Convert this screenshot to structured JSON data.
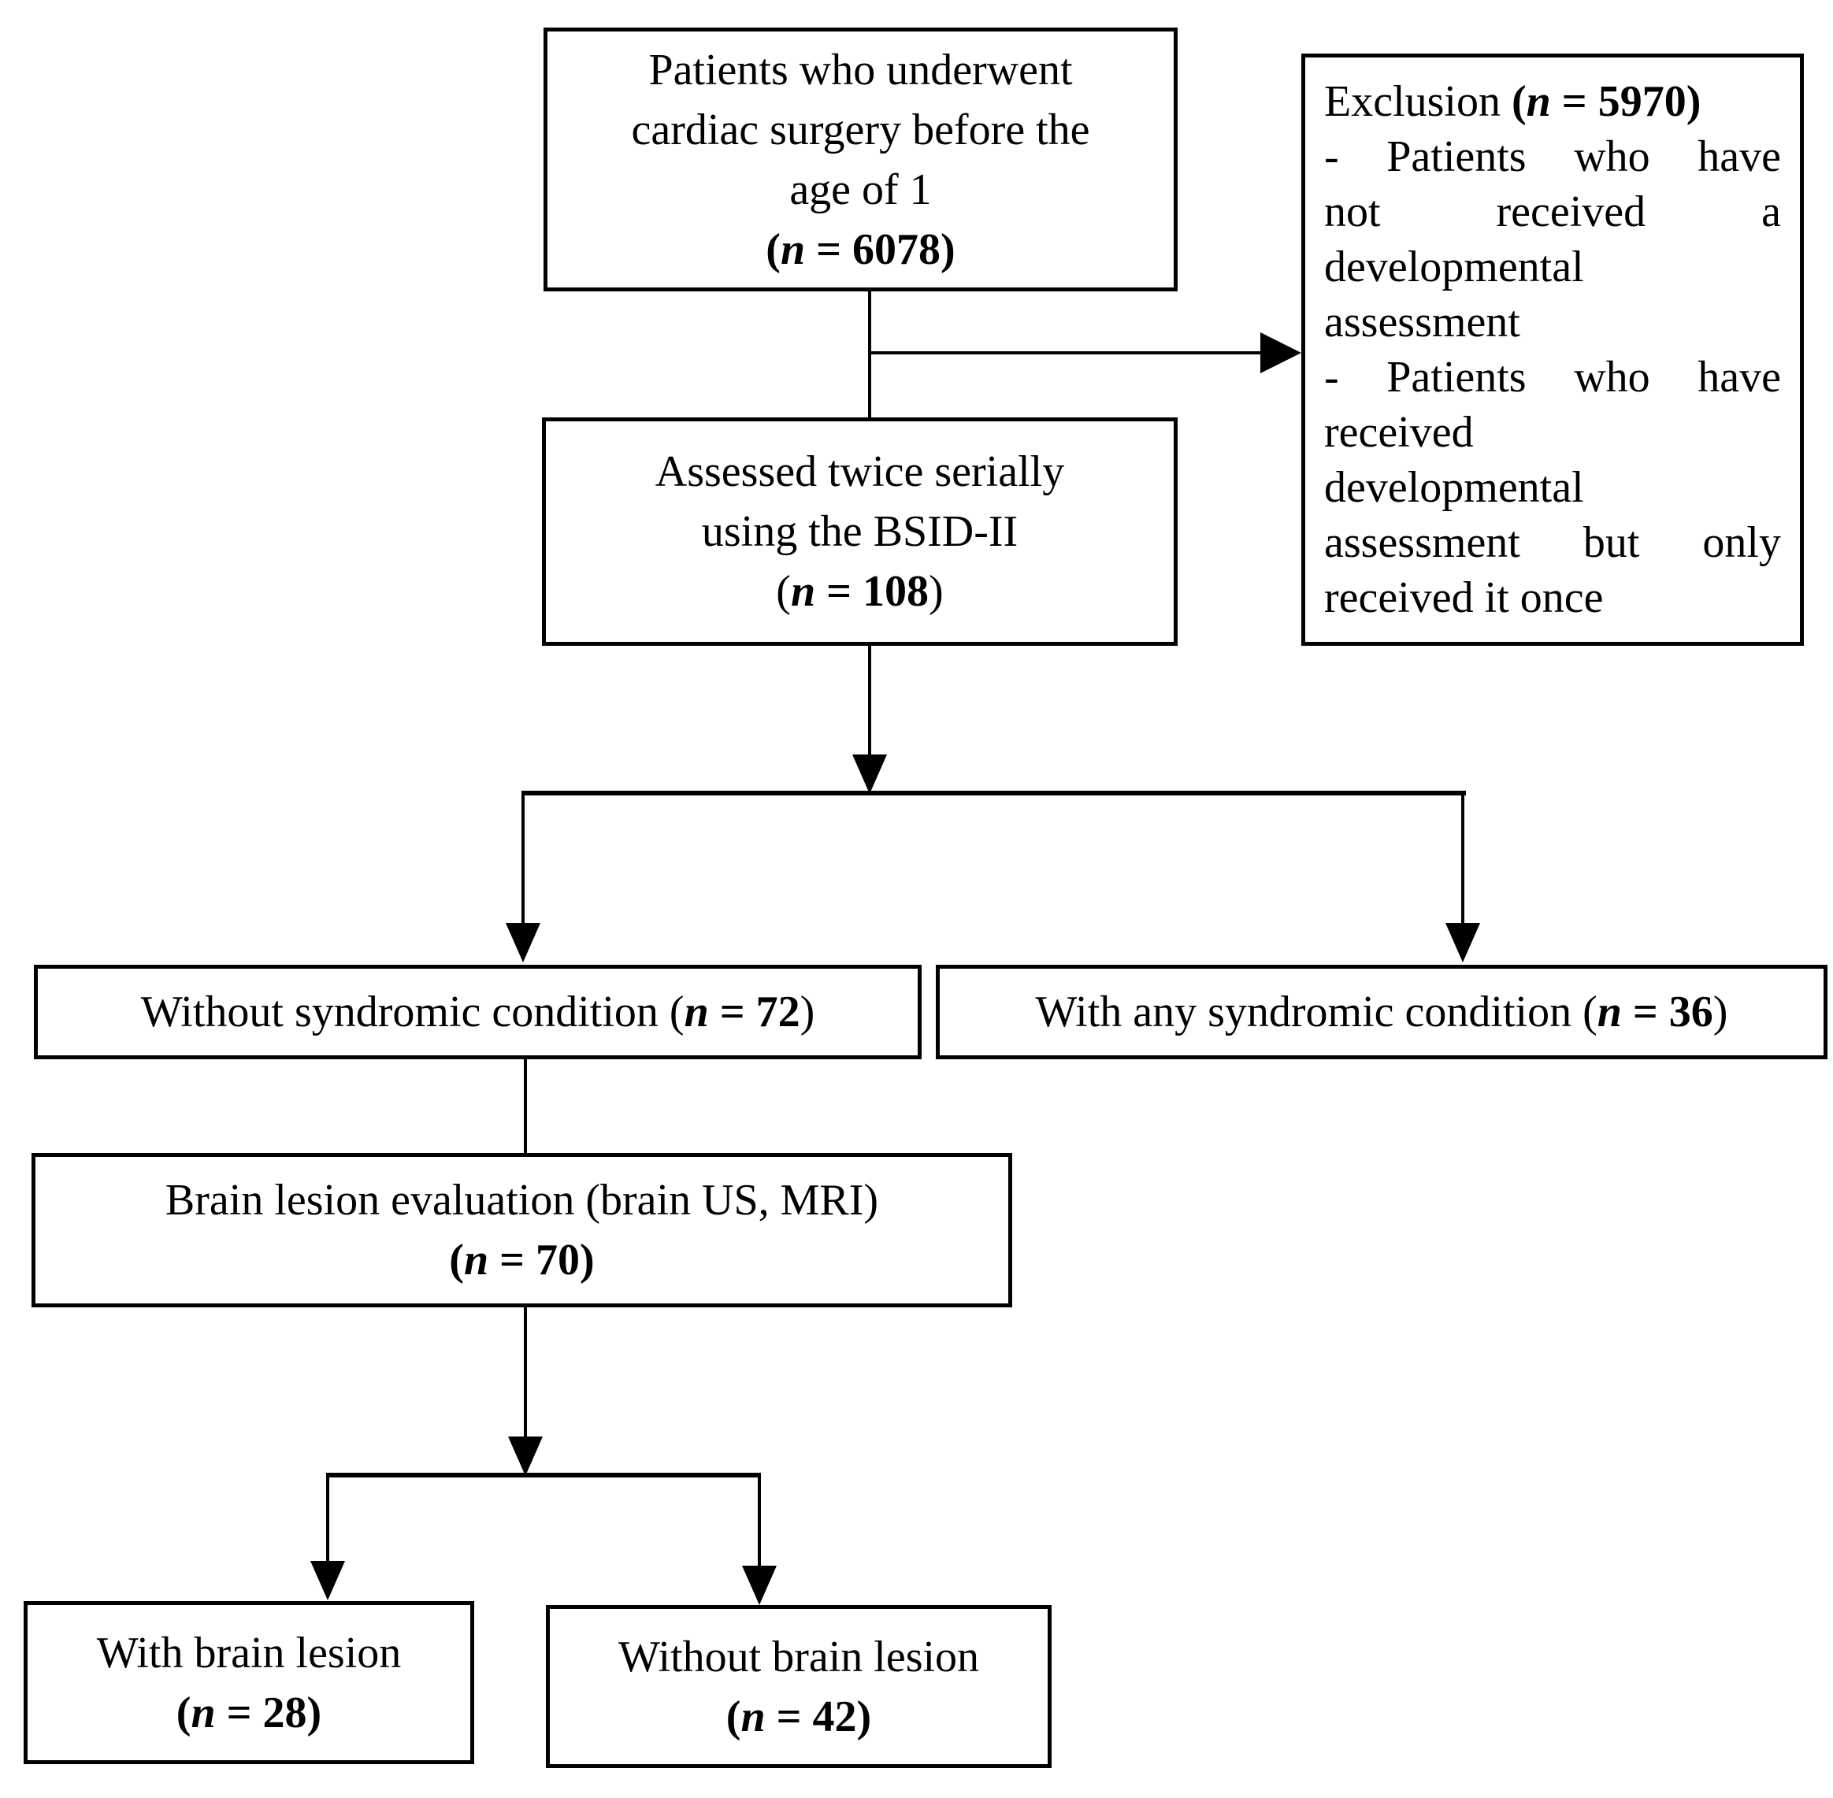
{
  "nodes": {
    "top": {
      "line1": "Patients who underwent",
      "line2": "cardiac surgery before the",
      "line3": "age of 1",
      "count": {
        "open": "(",
        "n": "n",
        "eq": " = 6078",
        "close": ")"
      }
    },
    "exclusion": {
      "title_label": "Exclusion ",
      "count": {
        "open": "(",
        "n": "n",
        "eq": " = 5970",
        "close": ")"
      },
      "lines": [
        "- Patients who have",
        "not received a",
        "developmental",
        "assessment",
        "- Patients who have",
        "received",
        "developmental",
        "assessment but only",
        "received it once"
      ]
    },
    "assessed": {
      "line1": "Assessed twice serially",
      "line2": "using the BSID-II",
      "count": {
        "open": "(",
        "n": "n",
        "eq": " = 108",
        "close": ")"
      }
    },
    "without_syndromic": {
      "label": "Without syndromic condition ",
      "count": {
        "open": "(",
        "n": "n",
        "eq": " = 72",
        "close": ")"
      }
    },
    "with_syndromic": {
      "label": "With any syndromic condition ",
      "count": {
        "open": "(",
        "n": "n",
        "eq": " = 36",
        "close": ")"
      }
    },
    "brain_eval": {
      "line1": "Brain lesion evaluation (brain US, MRI)",
      "count": {
        "open": "(",
        "n": "n",
        "eq": " = 70",
        "close": ")"
      }
    },
    "with_lesion": {
      "line1": "With brain lesion",
      "count": {
        "open": "(",
        "n": "n",
        "eq": " = 28",
        "close": ")"
      }
    },
    "without_lesion": {
      "line1": "Without brain lesion",
      "count": {
        "open": "(",
        "n": "n",
        "eq": " = 42",
        "close": ")"
      }
    }
  },
  "colors": {
    "line": "#000000",
    "background": "#ffffff"
  }
}
